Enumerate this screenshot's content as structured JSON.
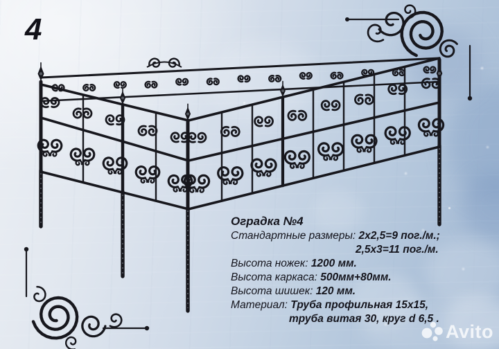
{
  "badge": {
    "number": "4"
  },
  "colors": {
    "ink": "#14141c",
    "fence": "#17171d",
    "bg_light": "#edf0f5",
    "bg_deep": "#9fb6d2",
    "watermark": "#ffffff"
  },
  "product": {
    "title": "Оградка №4",
    "lines": [
      {
        "label": "Стандартные размеры: ",
        "value": "2х2,5=9 пог./м.;"
      },
      {
        "label": "",
        "value": "2,5х3=11 пог./м."
      },
      {
        "label": "Высота ножек: ",
        "value": "1200 мм."
      },
      {
        "label": "Высота каркаса: ",
        "value": "500мм+80мм."
      },
      {
        "label": "Высота шишек: ",
        "value": "120 мм."
      },
      {
        "label": "Материал: ",
        "value": "Труба профильная 15х15,"
      },
      {
        "label": "",
        "value": "труба витая 30, круг d 6,5 ."
      }
    ]
  },
  "watermark": {
    "brand": "Avito"
  }
}
